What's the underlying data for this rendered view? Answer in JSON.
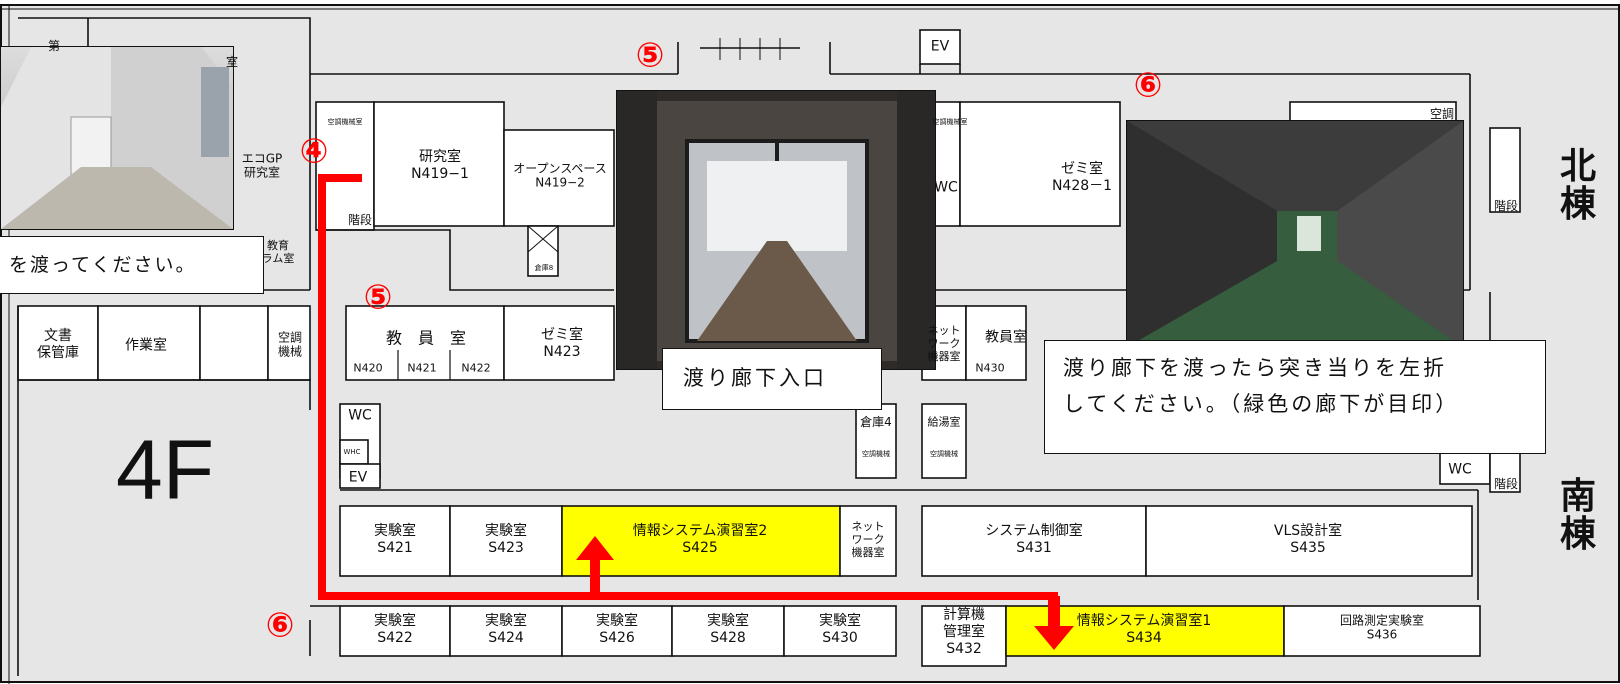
{
  "floor": "4F",
  "wings": {
    "north": "北\n棟",
    "south": "南\n棟"
  },
  "markers": [
    "④",
    "⑤",
    "⑤",
    "⑥",
    "⑥"
  ],
  "rooms": {
    "tl_partial": "第",
    "tl_partial2": "室",
    "eco_gp": "エコGP\n研究室",
    "kyoiku": "教育\nラム室",
    "kaidan_w": "階段",
    "kenkyu_n4191": "研究室\nN419−1",
    "open_space": "オープンスペース\nN419−2",
    "souko8": "倉庫8",
    "kuchou_small_1": "空調機械室",
    "kuchou_small_2": "空調機械室",
    "wc_n": "WC",
    "zemi_n4281": "ゼミ室\nN428－1",
    "kuchou_ne": "空調",
    "kaidan_ne": "階段",
    "kaidan_se": "階段",
    "bunsho": "文書\n保管庫",
    "sagyou": "作業室",
    "kuchou_kikai": "空調\n機械",
    "kyouin": "教　員　室",
    "n420": "N420",
    "n421": "N421",
    "n422": "N422",
    "zemi_n423": "ゼミ室\nN423",
    "network_n": "ネット\nワーク\n機器室",
    "kyouin2": "教員室",
    "n430": "N430",
    "wc_s": "WC",
    "whc": "WHC",
    "ev_s": "EV",
    "ev_n": "EV",
    "souko4": "倉庫4",
    "kyuto": "給湯室",
    "kuchou_s1": "空調機械",
    "kuchou_s2": "空調機械",
    "wc_se": "WC",
    "s421": "実験室\nS421",
    "s423": "実験室\nS423",
    "s425": "情報システム演習室2\nS425",
    "network_s": "ネット\nワーク\n機器室",
    "s431": "システム制御室\nS431",
    "s435": "VLS設計室\nS435",
    "s422": "実験室\nS422",
    "s424": "実験室\nS424",
    "s426": "実験室\nS426",
    "s428": "実験室\nS428",
    "s430": "実験室\nS430",
    "s432": "計算機\n管理室\nS432",
    "s434": "情報システム演習室1\nS434",
    "s436": "回路測定実験室\nS436"
  },
  "callouts": {
    "left": "を渡ってください。",
    "middle": "渡り廊下入口",
    "right_1": "渡り廊下を渡ったら突き当りを左折",
    "right_2": "してください。（緑色の廊下が目印）"
  },
  "colors": {
    "route": "#ff0000",
    "highlight": "#ffff00",
    "background": "#e6e6e6"
  }
}
